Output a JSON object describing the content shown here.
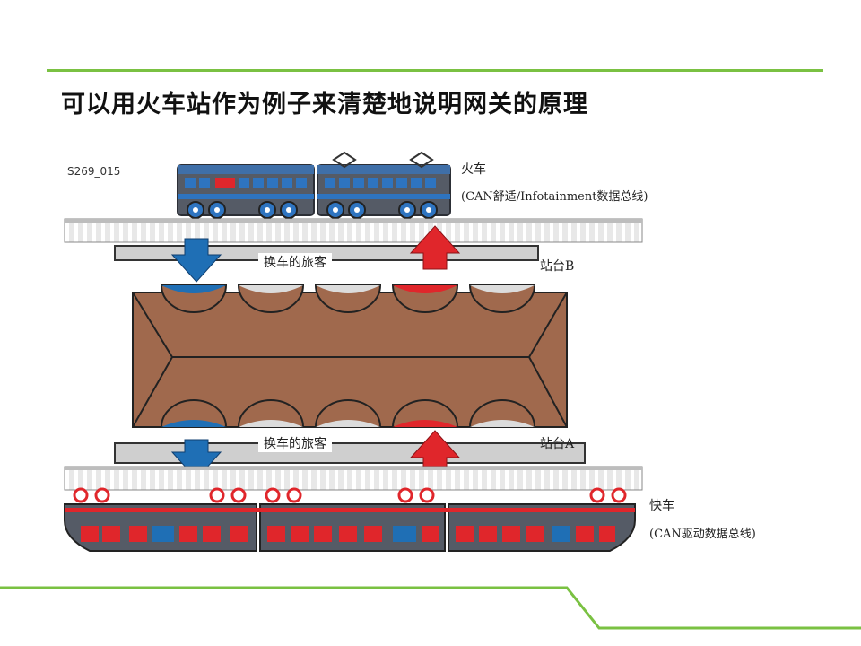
{
  "title": "可以用火车站作为例子来清楚地说明网关的原理",
  "figure_code": "S269_015",
  "upper_train": {
    "name": "火车",
    "bus": "(CAN舒适/Infotainment数据总线)"
  },
  "platform_b": "站台B",
  "platform_a": "站台A",
  "transfer_label": "换车的旅客",
  "lower_train": {
    "name": "快车",
    "bus": "(CAN驱动数据总线)"
  },
  "colors": {
    "accent_green": "#7ac142",
    "blue": "#1f6fb5",
    "red": "#e0262b",
    "station_brown": "#a0694d"
  }
}
